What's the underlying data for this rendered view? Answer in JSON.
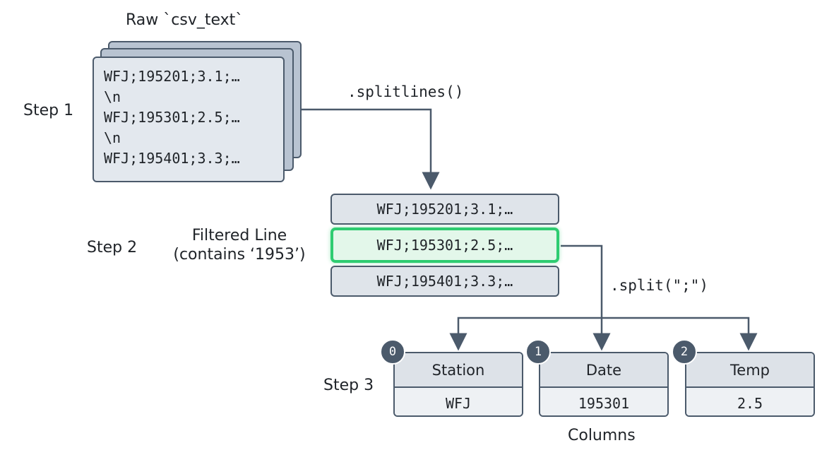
{
  "title": "Raw `csv_text`",
  "steps": {
    "step1": "Step 1",
    "step2": "Step 2",
    "step3": "Step 3"
  },
  "raw_text": {
    "lines": [
      "WFJ;195201;3.1;…",
      "\\n",
      "WFJ;195301;2.5;…",
      "\\n",
      "WFJ;195401;3.3;…"
    ]
  },
  "operations": {
    "splitlines": ".splitlines()",
    "split": ".split(\";\")"
  },
  "lines": {
    "items": [
      "WFJ;195201;3.1;…",
      "WFJ;195301;2.5;…",
      "WFJ;195401;3.3;…"
    ],
    "highlighted_index": 1
  },
  "filter_label": {
    "line1": "Filtered Line",
    "line2": "(contains ‘1953’)"
  },
  "columns": {
    "caption": "Columns",
    "items": [
      {
        "index": "0",
        "header": "Station",
        "value": "WFJ"
      },
      {
        "index": "1",
        "header": "Date",
        "value": "195301"
      },
      {
        "index": "2",
        "header": "Temp",
        "value": "2.5"
      }
    ]
  },
  "colors": {
    "stroke": "#4b5a6b",
    "highlight": "#2ecc71",
    "highlight_fill": "#e3f7ea",
    "box_fill": "#dfe4ea"
  }
}
